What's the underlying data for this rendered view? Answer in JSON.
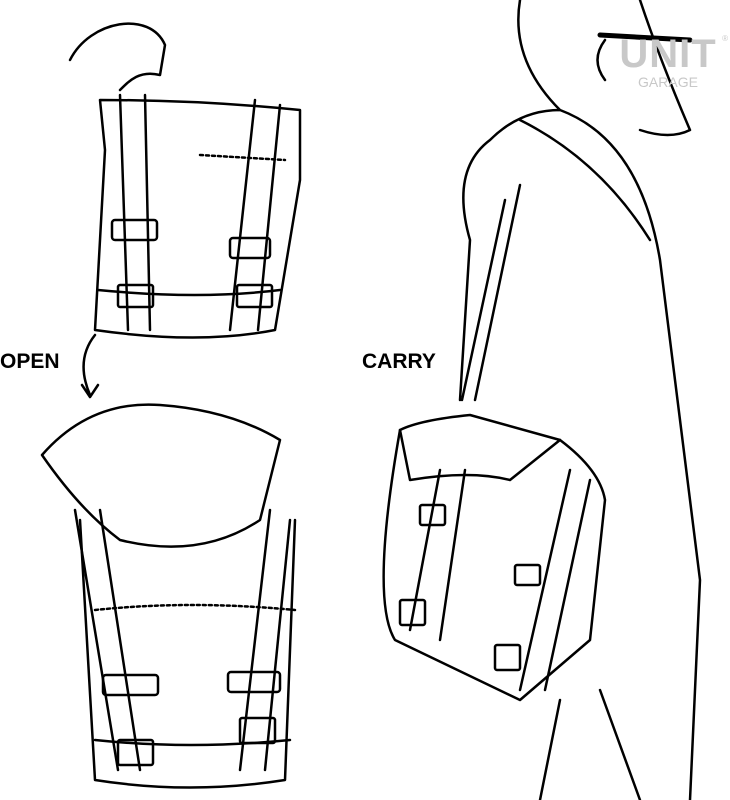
{
  "labels": {
    "open": "OPEN",
    "carry": "CARRY"
  },
  "logo": {
    "brand": "UNIT",
    "sub": "GARAGE",
    "mark": "®"
  },
  "colors": {
    "line": "#000000",
    "logo": "#c8c8c8",
    "background": "#ffffff"
  }
}
